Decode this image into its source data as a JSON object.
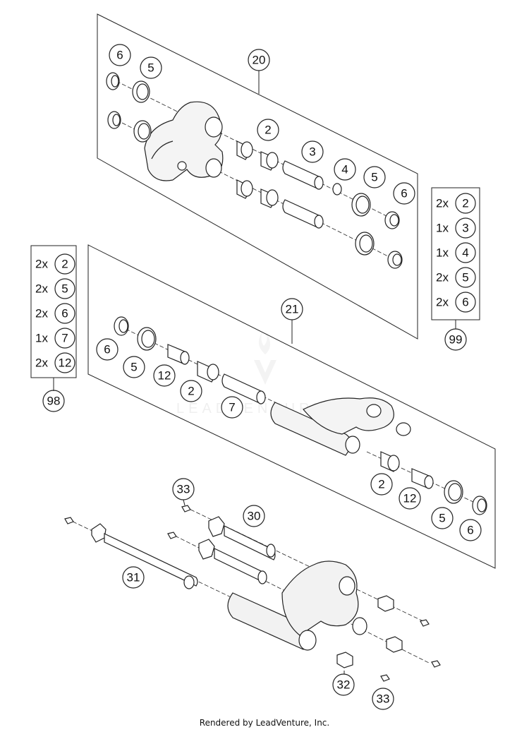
{
  "callouts": {
    "c20": "20",
    "c21": "21",
    "top_6a": "6",
    "top_5a": "5",
    "top_2": "2",
    "top_3": "3",
    "top_4": "4",
    "top_5b": "5",
    "top_6b": "6",
    "mid_6a": "6",
    "mid_5a": "5",
    "mid_12a": "12",
    "mid_2a": "2",
    "mid_7": "7",
    "mid_2b": "2",
    "mid_12b": "12",
    "mid_5b": "5",
    "mid_6b": "6",
    "bot_33a": "33",
    "bot_30": "30",
    "bot_31": "31",
    "bot_32": "32",
    "bot_33b": "33",
    "k98": "98",
    "k99": "99"
  },
  "kit_98": {
    "rows": [
      {
        "qty": "2x",
        "part": "2"
      },
      {
        "qty": "2x",
        "part": "5"
      },
      {
        "qty": "2x",
        "part": "6"
      },
      {
        "qty": "1x",
        "part": "7"
      },
      {
        "qty": "2x",
        "part": "12"
      }
    ]
  },
  "kit_99": {
    "rows": [
      {
        "qty": "2x",
        "part": "2"
      },
      {
        "qty": "1x",
        "part": "3"
      },
      {
        "qty": "1x",
        "part": "4"
      },
      {
        "qty": "2x",
        "part": "5"
      },
      {
        "qty": "2x",
        "part": "6"
      }
    ]
  },
  "footer": "Rendered by LeadVenture, Inc."
}
